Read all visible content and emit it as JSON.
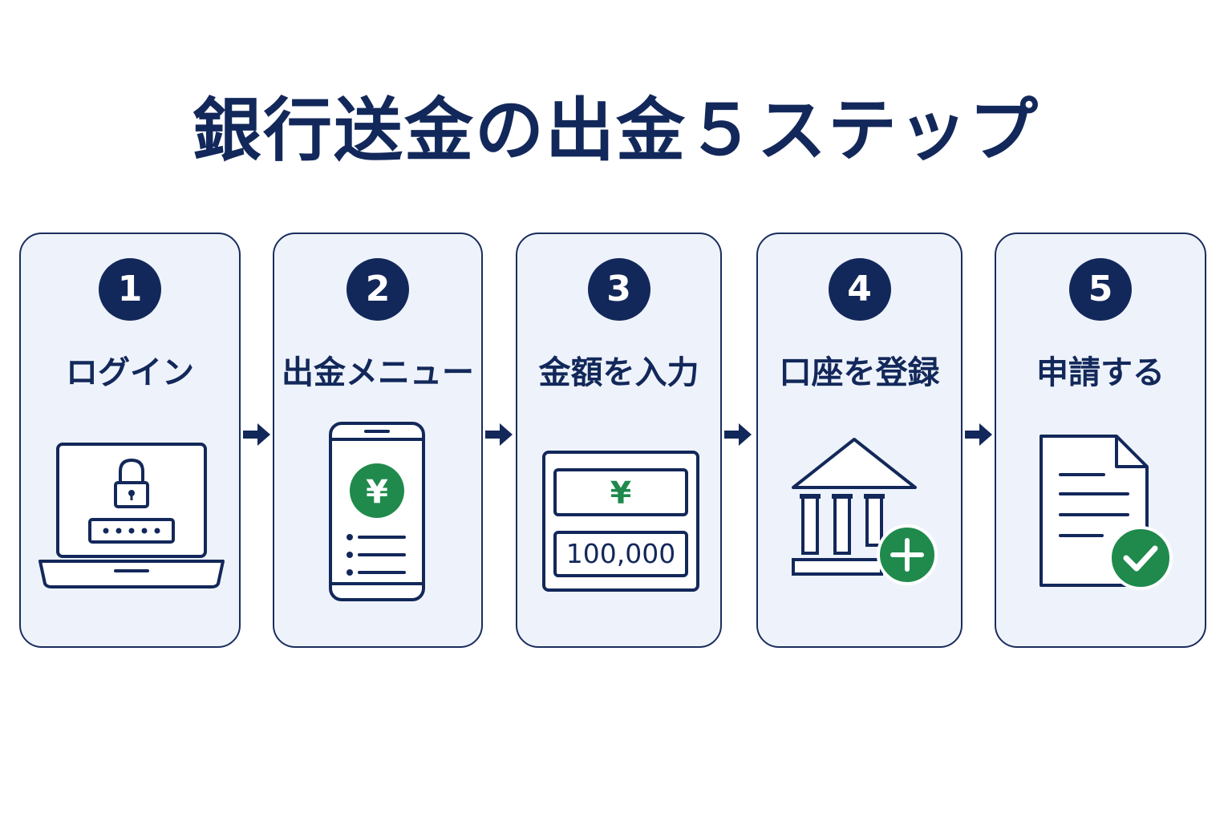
{
  "title": "銀行送金の出金５ステップ",
  "colors": {
    "navy": "#13285a",
    "card_bg": "#eef3fb",
    "green": "#1f8a4c"
  },
  "steps": [
    {
      "number": "1",
      "label": "ログイン",
      "icon": "laptop-lock-icon"
    },
    {
      "number": "2",
      "label": "出金メニュー",
      "icon": "smartphone-yen-icon"
    },
    {
      "number": "3",
      "label": "金額を入力",
      "icon": "amount-input-icon",
      "currency_symbol": "¥",
      "amount": "100,000"
    },
    {
      "number": "4",
      "label": "口座を登録",
      "icon": "bank-add-icon"
    },
    {
      "number": "5",
      "label": "申請する",
      "icon": "document-check-icon"
    }
  ]
}
